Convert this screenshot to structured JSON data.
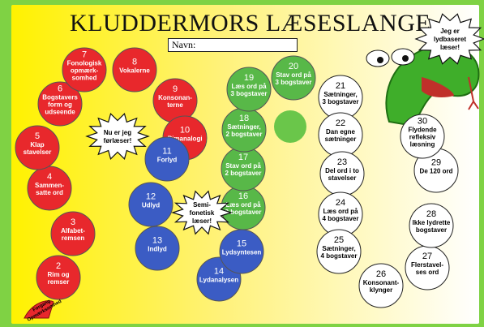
{
  "title": "KLUDDERMORS LÆSESLANGE",
  "name_label": "Navn:",
  "start_label": "Forgang\nOpmærksomhed",
  "bursts": [
    {
      "text": "Jeg er\nlydbaseret\nlæser!"
    },
    {
      "text": "Nu er jeg\nførlæser!"
    },
    {
      "text": "Semi-\nfonetisk\nlæser!"
    }
  ],
  "cells": [
    {
      "num": "2",
      "label": "Rim og\nremser",
      "color": "#e8282c"
    },
    {
      "num": "3",
      "label": "Alfabet-\nremsen",
      "color": "#e8282c"
    },
    {
      "num": "4",
      "label": "Sammen-\nsatte ord",
      "color": "#e8282c"
    },
    {
      "num": "5",
      "label": "Klap\nstavelser",
      "color": "#e8282c"
    },
    {
      "num": "6",
      "label": "Bogstavers\nform og\nudseende",
      "color": "#e8282c"
    },
    {
      "num": "7",
      "label": "Fonologisk\nopmærk-\nsomhed",
      "color": "#e8282c"
    },
    {
      "num": "8",
      "label": "Vokalerne",
      "color": "#e8282c"
    },
    {
      "num": "9",
      "label": "Konsonan-\nterne",
      "color": "#e8282c"
    },
    {
      "num": "10",
      "label": "Rimanalogi",
      "color": "#e8282c"
    },
    {
      "num": "11",
      "label": "Forlyd",
      "color": "#3b5cc4"
    },
    {
      "num": "12",
      "label": "Udlyd",
      "color": "#3b5cc4"
    },
    {
      "num": "13",
      "label": "Indlyd",
      "color": "#3b5cc4"
    },
    {
      "num": "14",
      "label": "Lydanalysen",
      "color": "#3b5cc4"
    },
    {
      "num": "15",
      "label": "Lydsyntesen",
      "color": "#3b5cc4"
    },
    {
      "num": "16",
      "label": "Læs ord på\n2 bogstaver",
      "color": "#58b848"
    },
    {
      "num": "17",
      "label": "Stav ord på\n2 bogstaver",
      "color": "#58b848"
    },
    {
      "num": "18",
      "label": "Sætninger,\n2 bogstaver",
      "color": "#58b848"
    },
    {
      "num": "19",
      "label": "Læs ord på\n3 bogstaver",
      "color": "#58b848"
    },
    {
      "num": "20",
      "label": "Stav ord på\n3 bogstaver",
      "color": "#58b848"
    },
    {
      "num": "21",
      "label": "Sætninger,\n3 bogstaver",
      "color": "#ffffff"
    },
    {
      "num": "22",
      "label": "Dan egne\nsætninger",
      "color": "#ffffff"
    },
    {
      "num": "23",
      "label": "Del ord i to\nstavelser",
      "color": "#ffffff"
    },
    {
      "num": "24",
      "label": "Læs ord på\n4 bogstaver",
      "color": "#ffffff"
    },
    {
      "num": "25",
      "label": "Sætninger,\n4 bogstaver",
      "color": "#ffffff"
    },
    {
      "num": "26",
      "label": "Konsonant-\nklynger",
      "color": "#ffffff"
    },
    {
      "num": "27",
      "label": "Flerstavel-\nses ord",
      "color": "#ffffff"
    },
    {
      "num": "28",
      "label": "Ikke lydrette\nbogstaver",
      "color": "#ffffff"
    },
    {
      "num": "29",
      "label": "De 120 ord",
      "color": "#ffffff"
    },
    {
      "num": "30",
      "label": "Flydende\nrefleksiv\nlæsning",
      "color": "#ffffff"
    }
  ]
}
